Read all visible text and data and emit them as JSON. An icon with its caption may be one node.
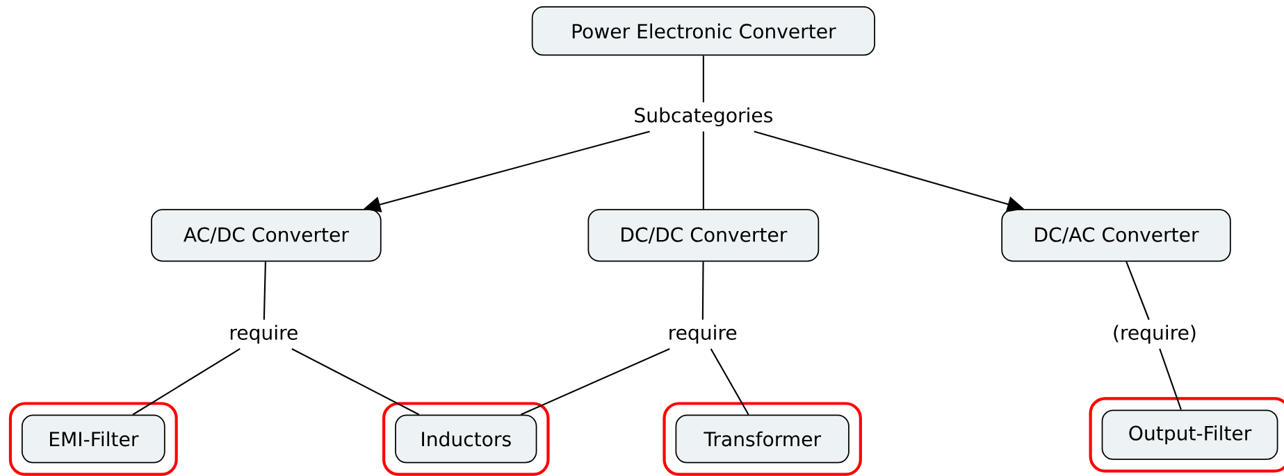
{
  "diagram": {
    "nodes": [
      {
        "text": [
          "Power Electronic Converter"
        ]
      },
      {
        "text": [
          "Subcategories"
        ]
      },
      {
        "text": [
          "AC/DC Converter"
        ]
      },
      {
        "text": [
          "DC/DC Converter"
        ]
      },
      {
        "text": [
          "DC/AC Converter"
        ]
      },
      {
        "text": [
          "require"
        ]
      },
      {
        "text": [
          "require"
        ]
      },
      {
        "text": [
          "(require)"
        ]
      },
      {
        "text": [],
        "shape": "box"
      },
      {
        "text": [
          "EMI-Filter"
        ],
        "in": 8
      },
      {
        "text": [],
        "shape": "box"
      },
      {
        "text": [
          "Inductors"
        ],
        "in": 10
      },
      {
        "text": [],
        "shape": "box"
      },
      {
        "text": [
          "Transformer"
        ],
        "in": 12
      },
      {
        "text": [],
        "shape": "box"
      },
      {
        "text": [
          "Output-Filter"
        ],
        "in": 14
      }
    ],
    "edges": [
      {
        "from": 0,
        "to": 1,
        "arrow": "none"
      },
      {
        "from": 1,
        "to": 2,
        "arrow": "to"
      },
      {
        "from": 1,
        "to": 3,
        "arrow": "none"
      },
      {
        "from": 1,
        "to": 4,
        "arrow": "to"
      },
      {
        "from": 2,
        "to": 5,
        "arrow": "none"
      },
      {
        "from": 5,
        "to": 9,
        "arrow": "none"
      },
      {
        "from": 5,
        "to": 11,
        "arrow": "none"
      },
      {
        "from": 3,
        "to": 6,
        "arrow": "none"
      },
      {
        "from": 6,
        "to": 11,
        "arrow": "none"
      },
      {
        "from": 6,
        "to": 13,
        "arrow": "none"
      },
      {
        "from": 4,
        "to": 7,
        "arrow": "none"
      },
      {
        "from": 7,
        "to": 15,
        "arrow": "none"
      }
    ]
  }
}
